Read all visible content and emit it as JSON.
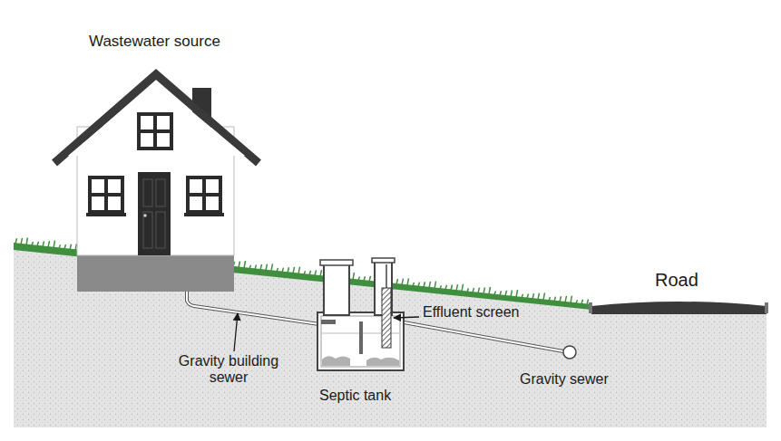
{
  "diagram": {
    "labels": [
      "Wastewater source",
      "Effluent screen",
      "Gravity building sewer",
      "Septic tank",
      "Gravity sewer",
      "Road"
    ]
  }
}
